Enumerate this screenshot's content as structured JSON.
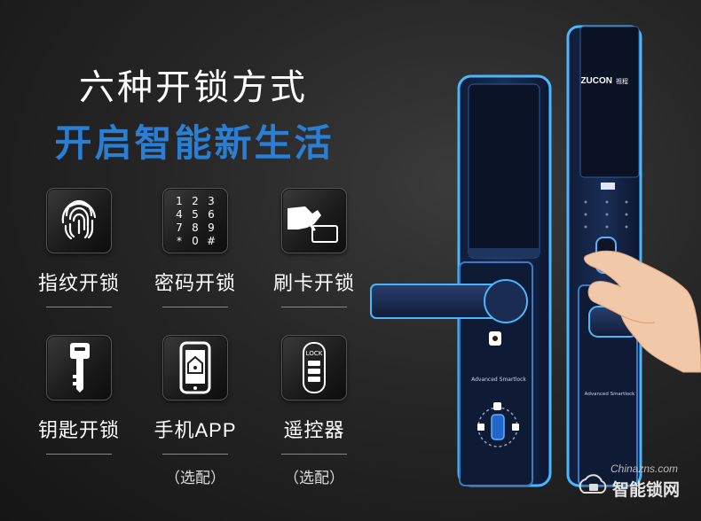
{
  "headline": {
    "line1": "六种开锁方式",
    "line2": "开启智能新生活"
  },
  "features": [
    {
      "label": "指纹开锁",
      "icon": "fingerprint-icon",
      "note": ""
    },
    {
      "label": "密码开锁",
      "icon": "keypad-icon",
      "note": ""
    },
    {
      "label": "刷卡开锁",
      "icon": "card-swipe-icon",
      "note": ""
    },
    {
      "label": "钥匙开锁",
      "icon": "key-icon",
      "note": ""
    },
    {
      "label": "手机APP",
      "icon": "phone-app-icon",
      "note": "（选配）"
    },
    {
      "label": "遥控器",
      "icon": "remote-control-icon",
      "note": "（选配）"
    }
  ],
  "keypad_keys": [
    "1",
    "2",
    "3",
    "4",
    "5",
    "6",
    "7",
    "8",
    "9",
    "*",
    "0",
    "#"
  ],
  "remote_lock_text": "LOCK",
  "lock": {
    "brand": "ZUCON",
    "brand_cn": "祖程",
    "panel_text": "Advanced Smartlock"
  },
  "watermark": {
    "site": "Chinazns.com",
    "name": "智能锁网"
  },
  "colors": {
    "headline_accent": "#2a7fd4",
    "lock_glow": "#49b7ff",
    "lock_body": "#142446"
  }
}
